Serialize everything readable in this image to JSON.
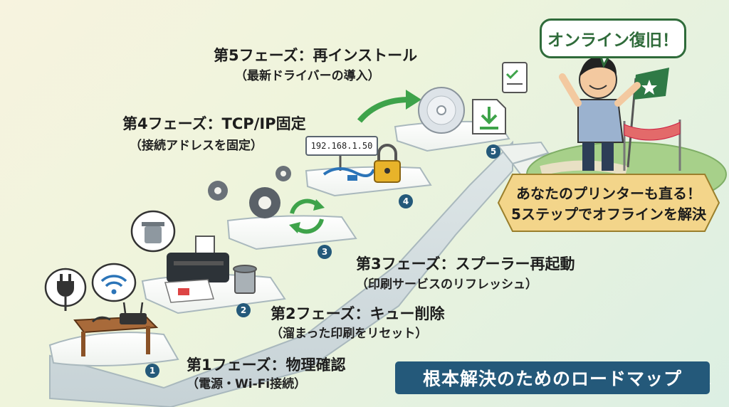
{
  "phases": [
    {
      "num": "1",
      "title": "第1フェーズ：物理確認",
      "sub": "（電源・Wi-Fi接続）"
    },
    {
      "num": "2",
      "title": "第2フェーズ：キュー削除",
      "sub": "（溜まった印刷をリセット）"
    },
    {
      "num": "3",
      "title": "第3フェーズ：スプーラー再起動",
      "sub": "（印刷サービスのリフレッシュ）"
    },
    {
      "num": "4",
      "title": "第4フェーズ：TCP/IP固定",
      "sub": "（接続アドレスを固定）"
    },
    {
      "num": "5",
      "title": "第5フェーズ：再インストール",
      "sub": "（最新ドライバーの導入）"
    }
  ],
  "speech_bubble": "オンライン復旧！",
  "ribbon": {
    "line1": "あなたのプリンターも直る！",
    "line2": "5ステップでオフラインを解決"
  },
  "ip_label": "192.168.1.50",
  "roadmap_label": "根本解決のためのロードマップ",
  "colors": {
    "accent_green": "#2f6b3a",
    "step_badge": "#24597a",
    "ribbon": "#f3d58a"
  },
  "icons": [
    "plug-icon",
    "wifi-icon",
    "table-icon",
    "router-icon",
    "trash-icon",
    "printer-icon",
    "gear-icon",
    "refresh-icon",
    "lan-cable-icon",
    "lock-icon",
    "cd-icon",
    "download-icon",
    "checklist-icon",
    "arrow-icon",
    "person-icon",
    "flag-icon",
    "sparkle-icon"
  ]
}
